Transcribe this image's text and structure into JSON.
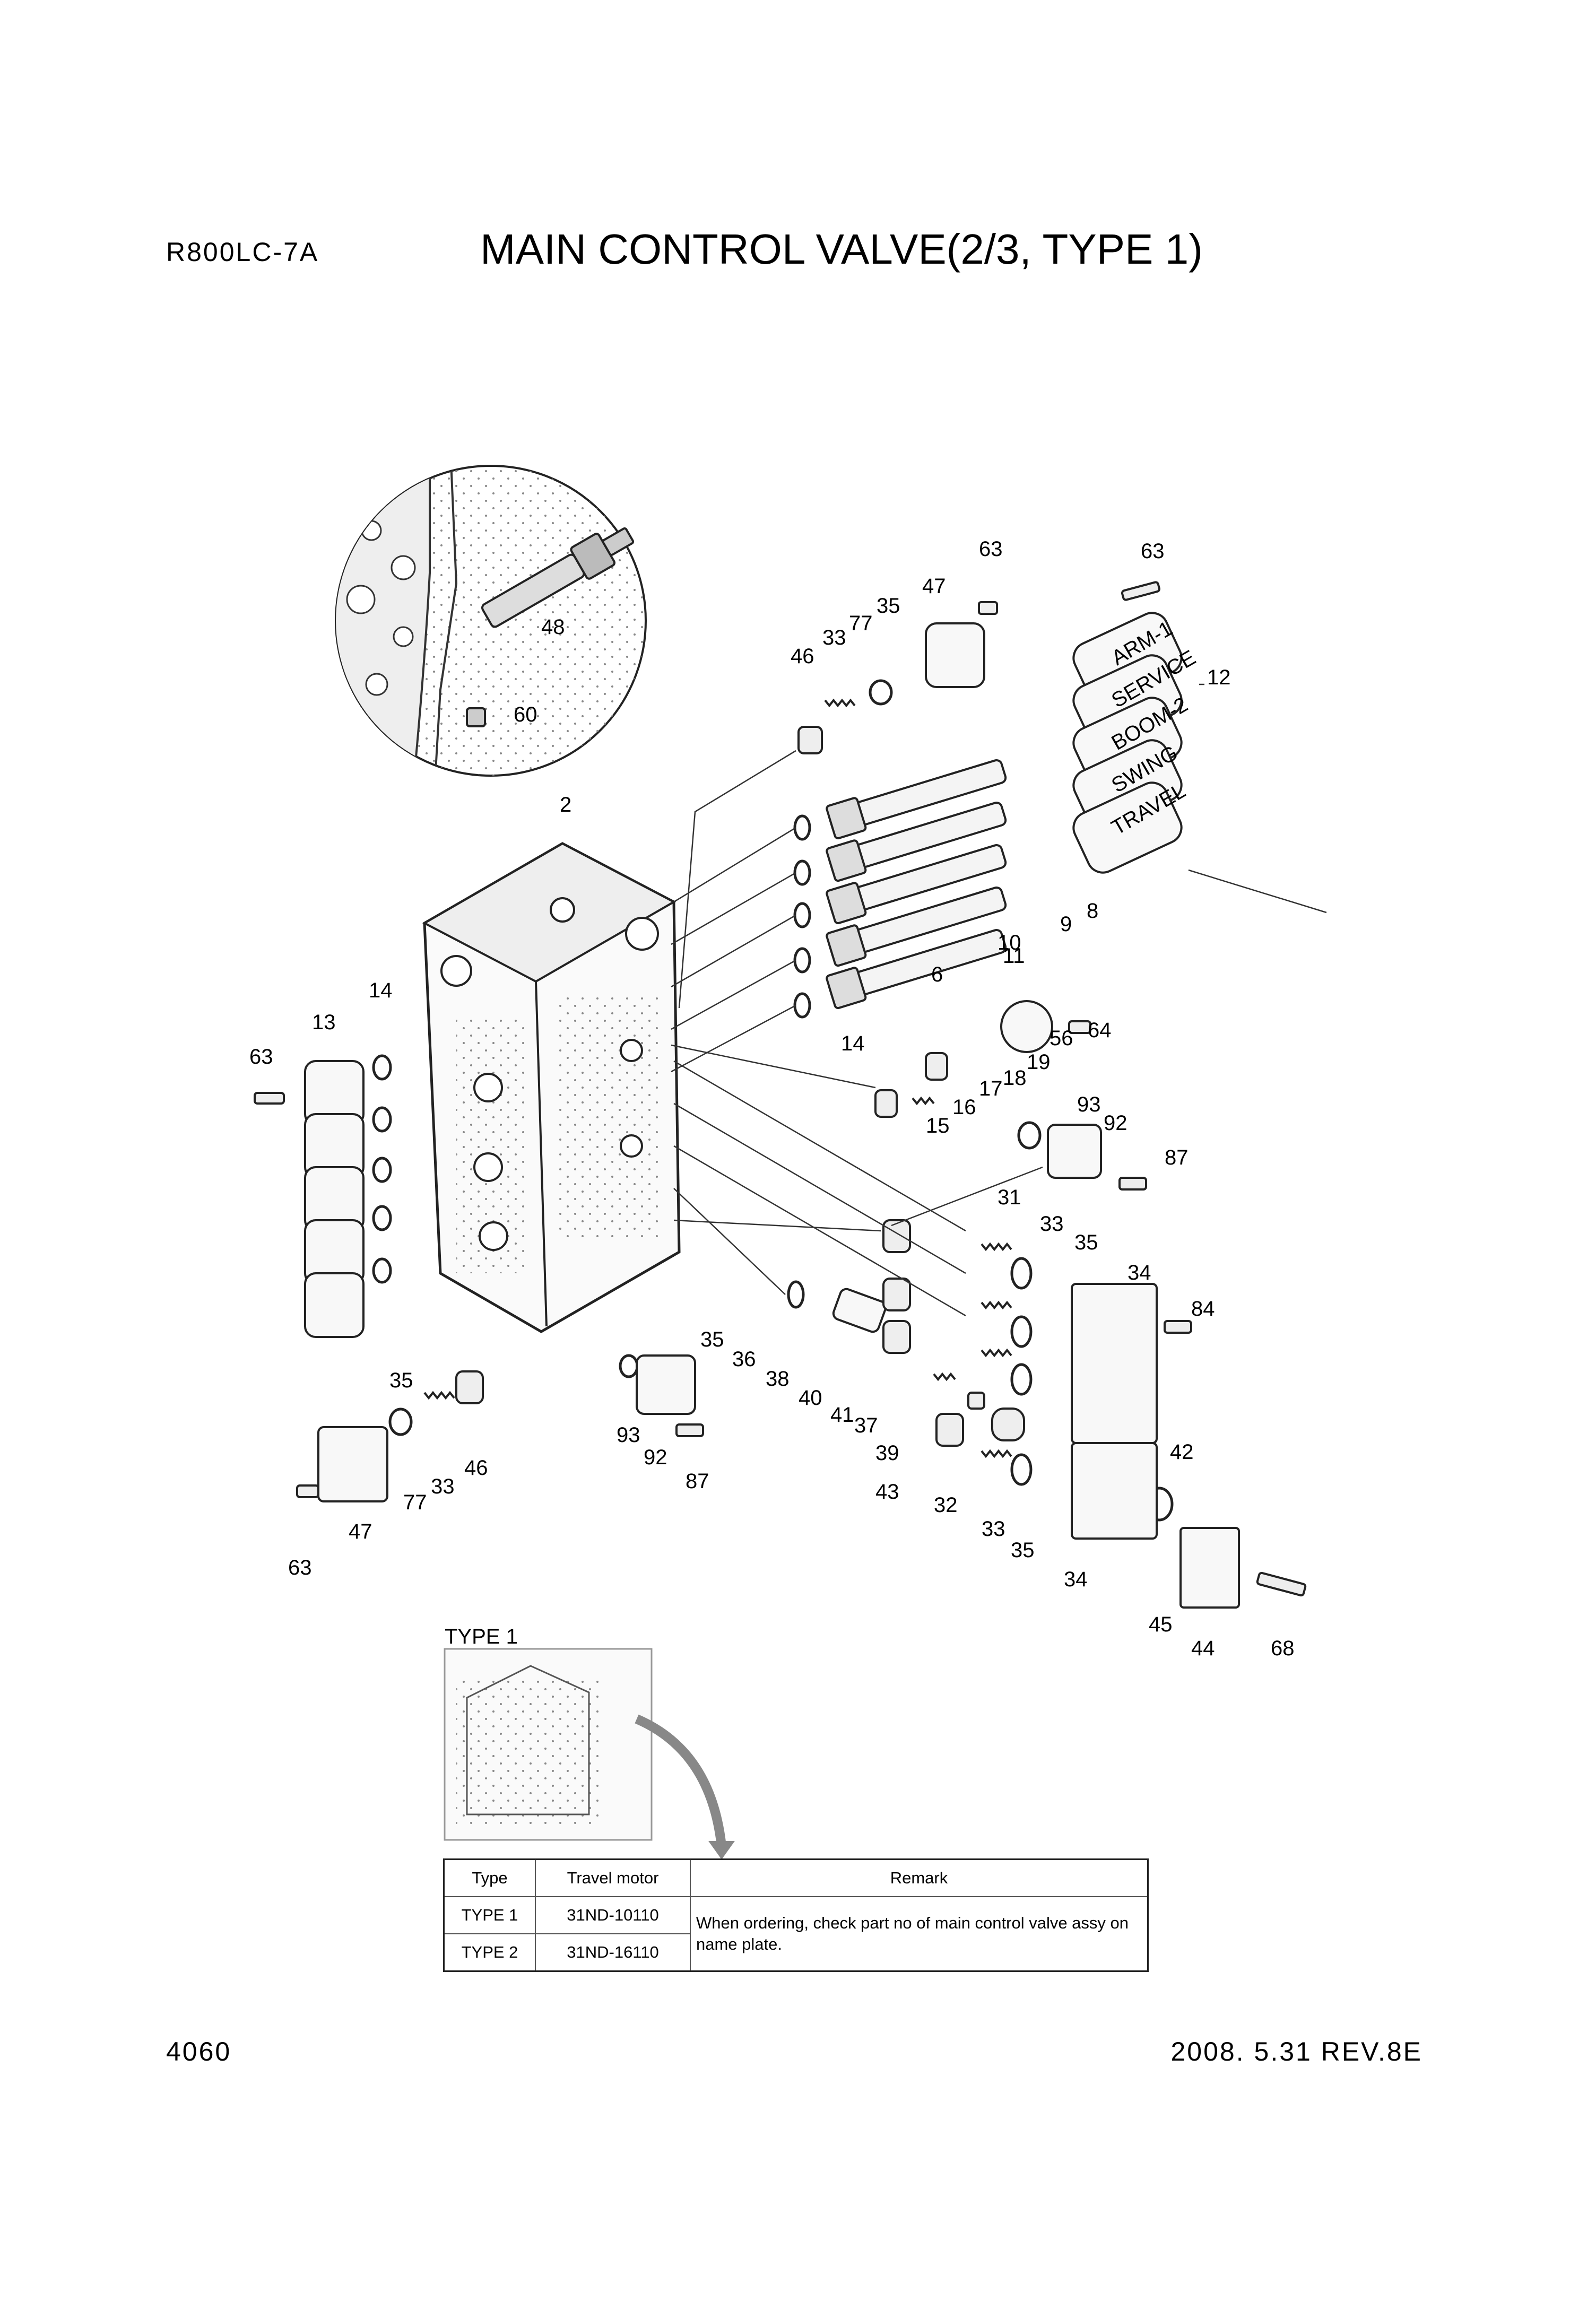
{
  "header": {
    "model": "R800LC-7A",
    "title": "MAIN CONTROL VALVE(2/3, TYPE 1)"
  },
  "footer": {
    "page": "4060",
    "date": "2008. 5.31 REV.8E"
  },
  "diagram": {
    "spool_labels": [
      "ARM-1",
      "SERVICE",
      "BOOM-2",
      "SWING",
      "TRAVEL"
    ],
    "callouts": [
      "63",
      "63",
      "77",
      "35",
      "47",
      "46",
      "33",
      "12",
      "48",
      "60",
      "2",
      "8",
      "9",
      "10",
      "11",
      "6",
      "14",
      "14",
      "13",
      "63",
      "64",
      "56",
      "19",
      "18",
      "17",
      "16",
      "15",
      "93",
      "92",
      "87",
      "31",
      "33",
      "35",
      "34",
      "84",
      "35",
      "36",
      "38",
      "40",
      "41",
      "37",
      "39",
      "43",
      "32",
      "33",
      "35",
      "42",
      "34",
      "35",
      "33",
      "46",
      "77",
      "47",
      "63",
      "93",
      "92",
      "87",
      "45",
      "44",
      "68"
    ],
    "inset_label": "TYPE 1"
  },
  "table": {
    "headers": [
      "Type",
      "Travel motor",
      "Remark"
    ],
    "rows": [
      {
        "type": "TYPE 1",
        "motor": "31ND-10110"
      },
      {
        "type": "TYPE 2",
        "motor": "31ND-16110"
      }
    ],
    "remark": "When ordering, check part no of main control valve assy on name plate."
  }
}
